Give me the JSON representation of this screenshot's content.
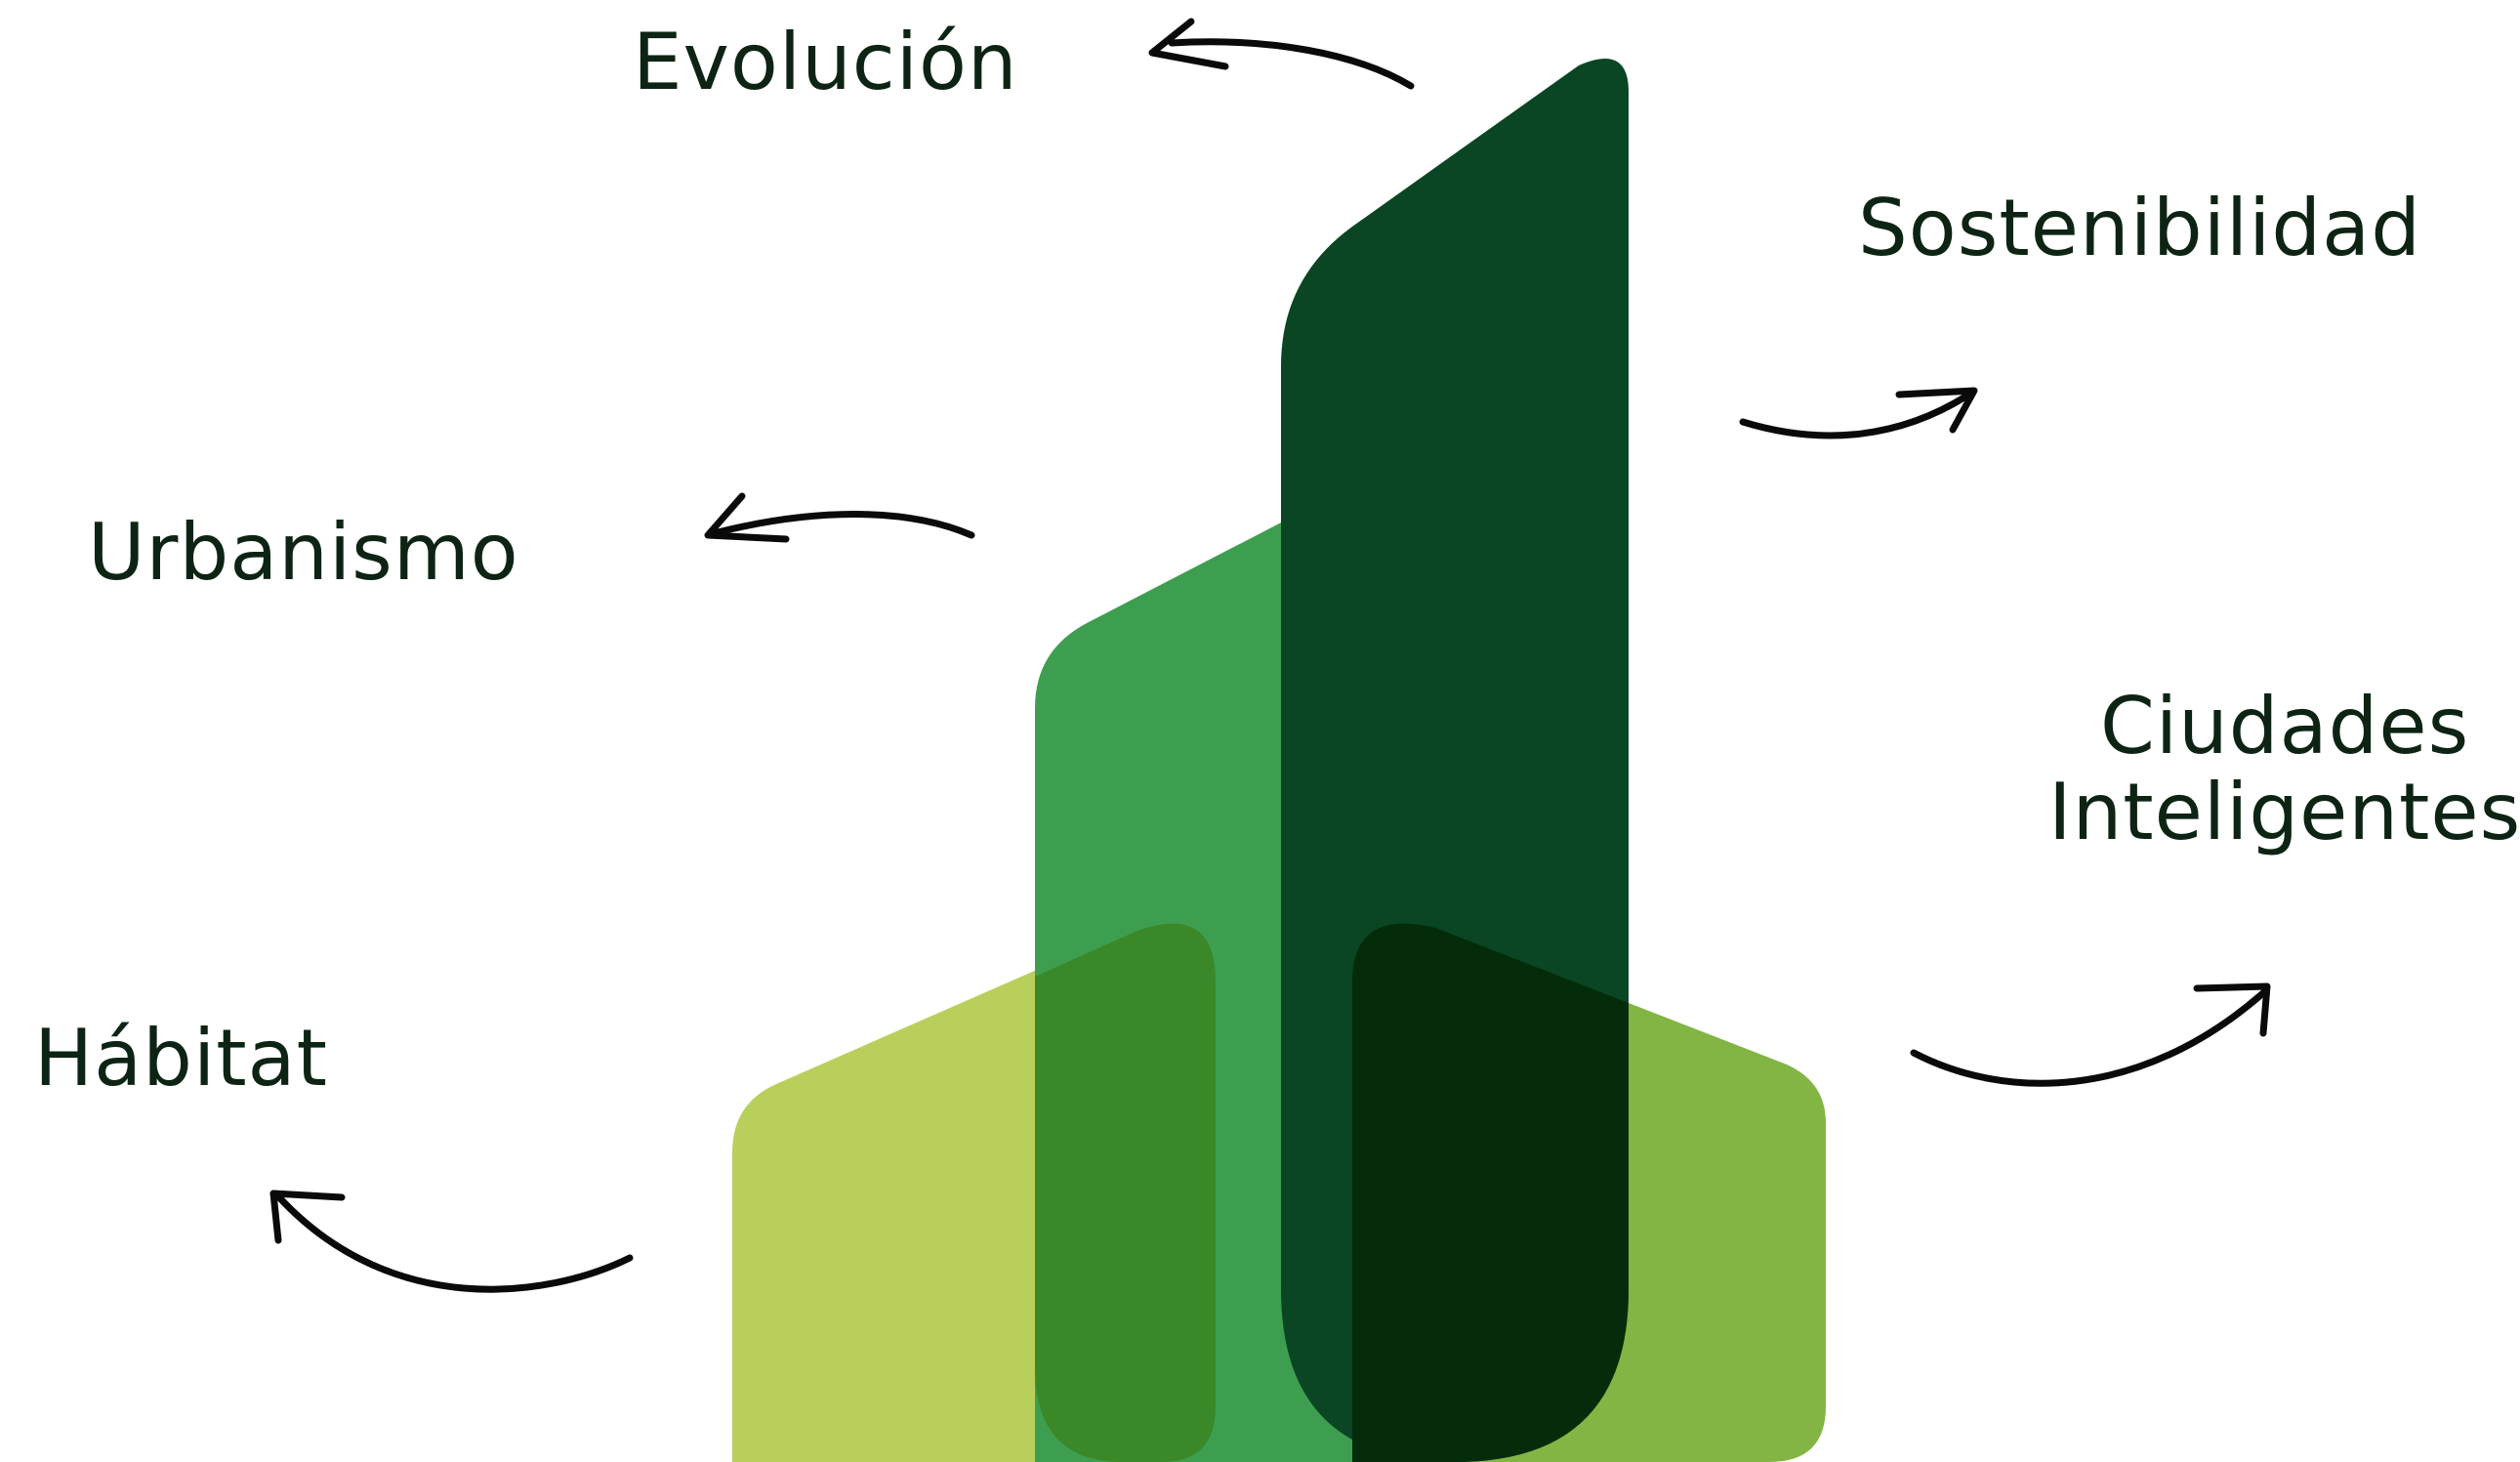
{
  "labels": {
    "evolucion": "Evolución",
    "sostenibilidad": "Sostenibilidad",
    "urbanismo": "Urbanismo",
    "ciudades_line1": "Ciudades",
    "ciudades_line2": "Inteligentes",
    "habitat": "Hábitat"
  },
  "colors": {
    "text": "#0d2414",
    "arrow": "#0a0a0a",
    "building_light": "#b9cf5c",
    "building_mid": "#3e9e50",
    "building_dark": "#0a4623",
    "overlap_light_mid": "#3a8828",
    "overlap_dark_right": "#042c0a",
    "building_right": "#83b544"
  }
}
